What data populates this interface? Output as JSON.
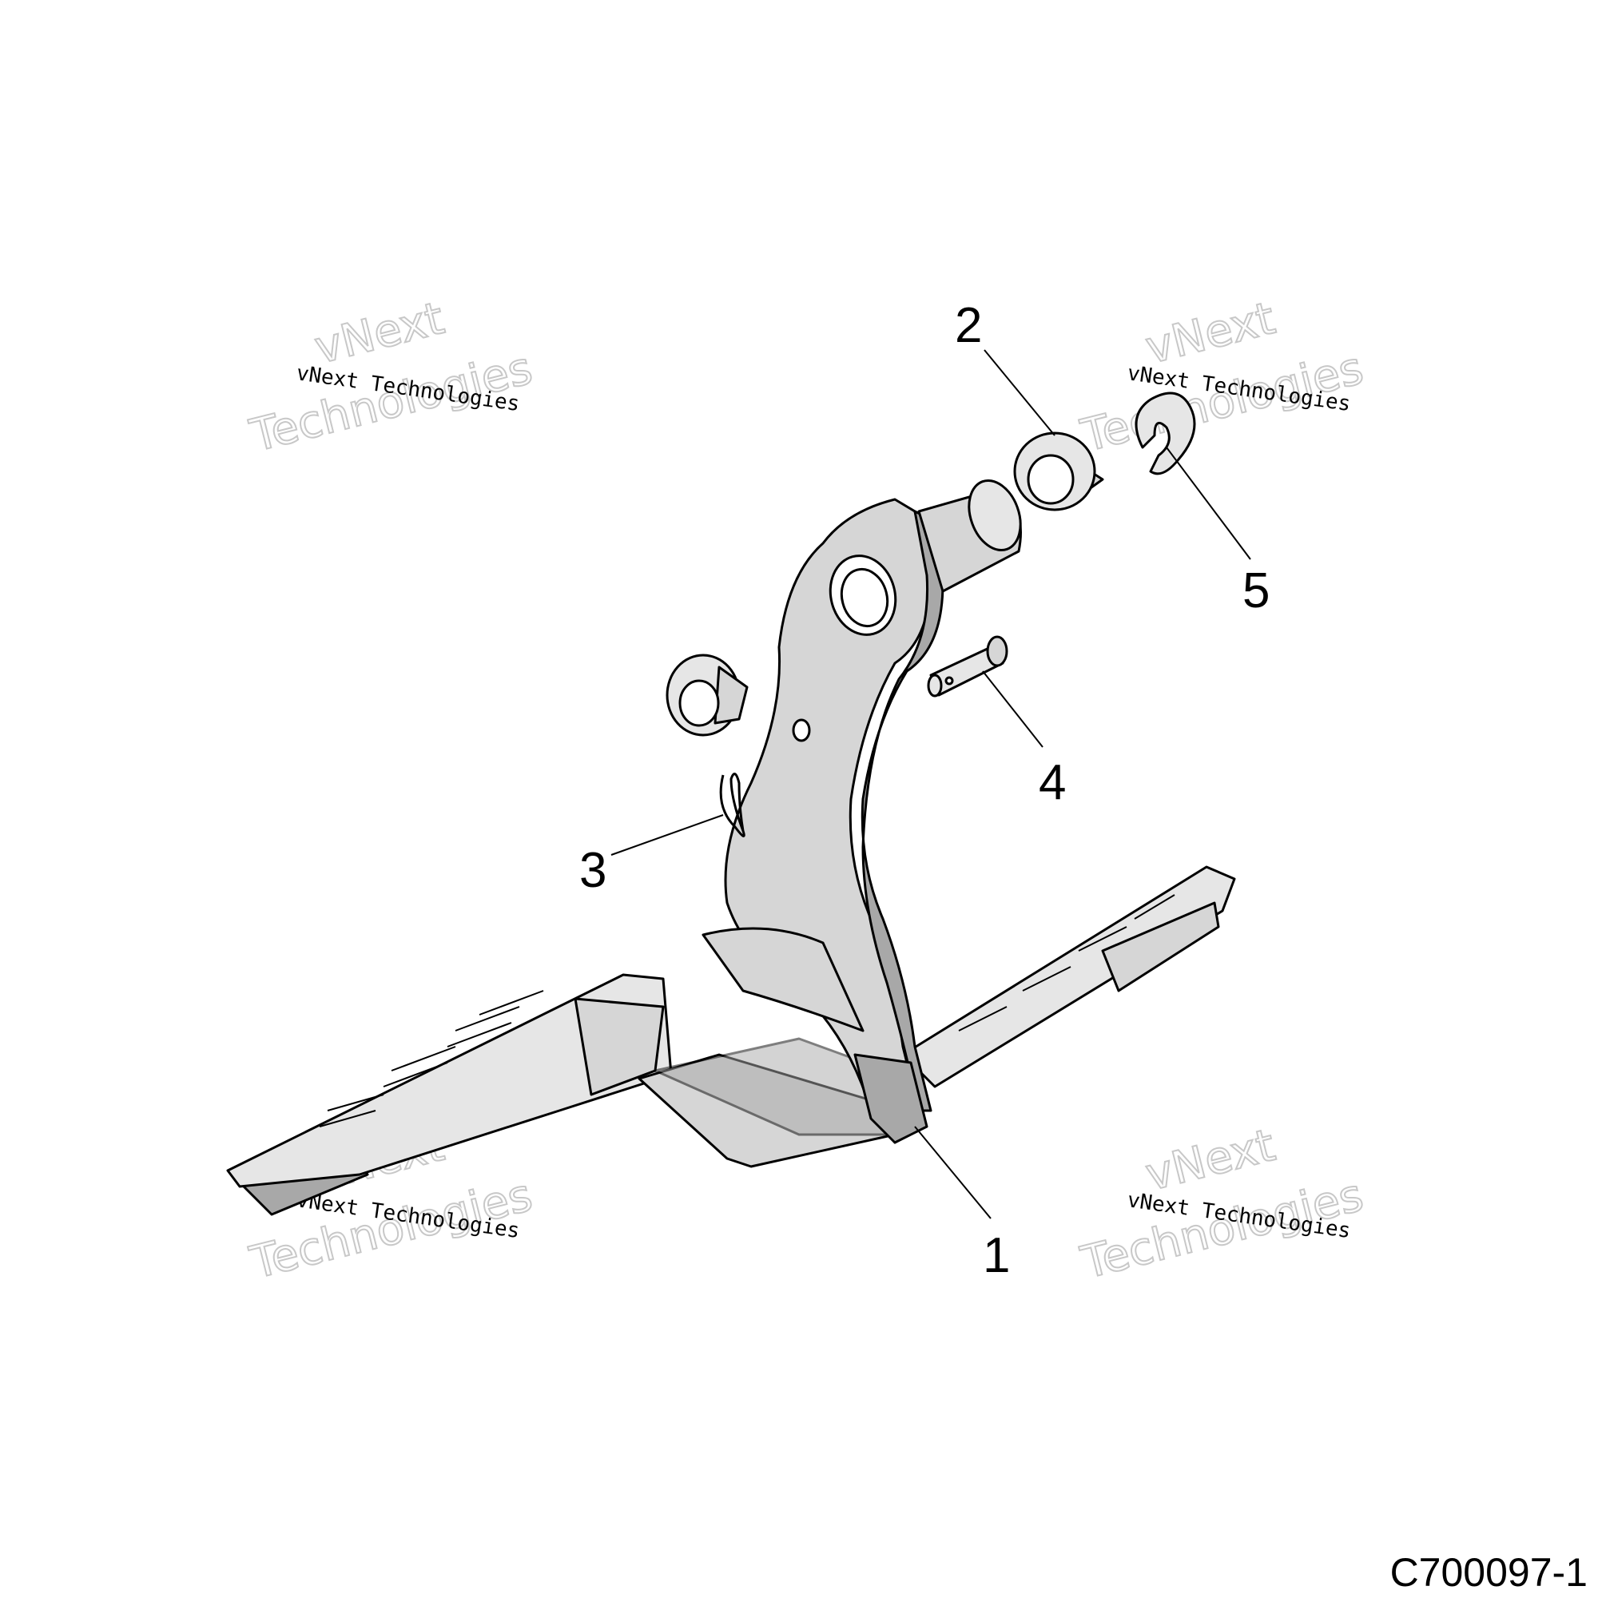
{
  "diagram": {
    "callouts": [
      {
        "id": "1",
        "label": "1"
      },
      {
        "id": "2",
        "label": "2"
      },
      {
        "id": "3",
        "label": "3"
      },
      {
        "id": "4",
        "label": "4"
      },
      {
        "id": "5",
        "label": "5"
      }
    ],
    "drawing_code": "C700097-1",
    "watermark": {
      "line1": "vNext Technologies",
      "line2": "vNext",
      "line3": "Technologies"
    }
  }
}
